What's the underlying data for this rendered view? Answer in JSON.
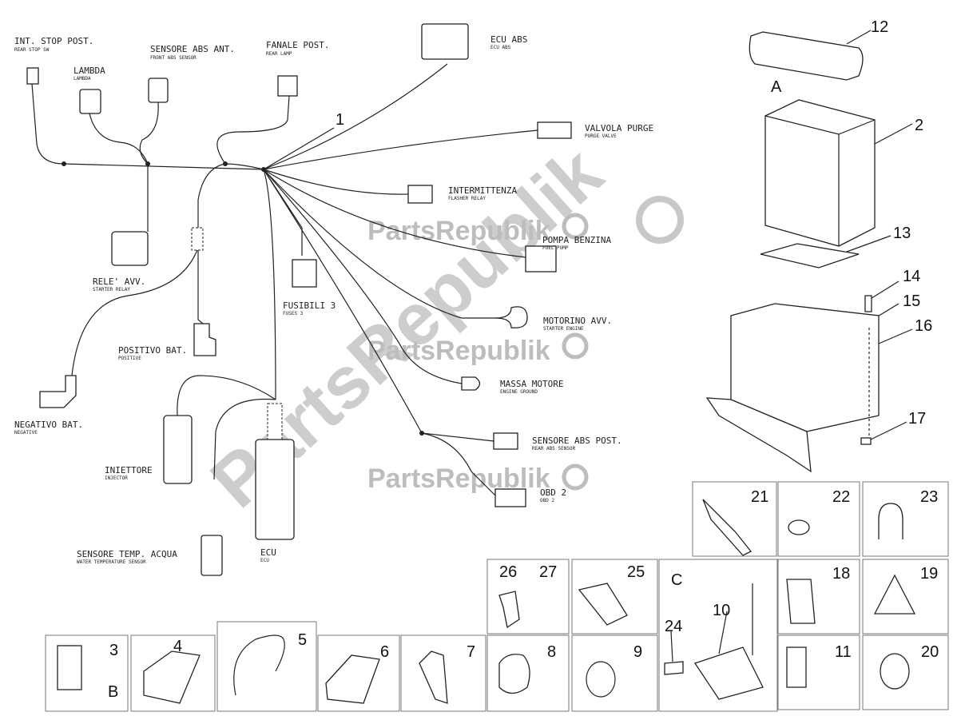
{
  "watermark": {
    "brand": "PartsRepublik",
    "color": "#bdbdbd"
  },
  "harness": {
    "callout": "1",
    "labels": [
      {
        "title": "INT. STOP POST.",
        "sub": "REAR STOP SW"
      },
      {
        "title": "LAMBDA",
        "sub": "LAMBDA"
      },
      {
        "title": "SENSORE ABS ANT.",
        "sub": "FRONT ABS SENSOR"
      },
      {
        "title": "FANALE POST.",
        "sub": "REAR LAMP"
      },
      {
        "title": "ECU ABS",
        "sub": "ECU ABS"
      },
      {
        "title": "VALVOLA PURGE",
        "sub": "PURGE VALVE"
      },
      {
        "title": "INTERMITTENZA",
        "sub": "FLASHER RELAY"
      },
      {
        "title": "POMPA BENZINA",
        "sub": "FUEL PUMP"
      },
      {
        "title": "MOTORINO AVV.",
        "sub": "STARTER ENGINE"
      },
      {
        "title": "MASSA MOTORE",
        "sub": "ENGINE GROUND"
      },
      {
        "title": "SENSORE ABS POST.",
        "sub": "REAR ABS SENSOR"
      },
      {
        "title": "OBD 2",
        "sub": "OBD 2"
      },
      {
        "title": "RELE' AVV.",
        "sub": "STARTER RELAY"
      },
      {
        "title": "FUSIBILI 3",
        "sub": "FUSES 3"
      },
      {
        "title": "POSITIVO BAT.",
        "sub": "POSITIVE"
      },
      {
        "title": "NEGATIVO BAT.",
        "sub": "NEGATIVE"
      },
      {
        "title": "INIETTORE",
        "sub": "INJECTOR"
      },
      {
        "title": "SENSORE TEMP. ACQUA",
        "sub": "WATER TEMPERATURE SENSOR"
      },
      {
        "title": "ECU",
        "sub": "ECU"
      }
    ]
  },
  "letters": {
    "a": "A",
    "b": "B",
    "c": "C"
  },
  "callouts": {
    "c2": "2",
    "c12": "12",
    "c13": "13",
    "c14": "14",
    "c15": "15",
    "c16": "16",
    "c17": "17",
    "c21": "21",
    "c22": "22",
    "c23": "23",
    "c26": "26",
    "c27": "27",
    "c25": "25",
    "c10": "10",
    "c24": "24",
    "c18": "18",
    "c19": "19",
    "c3": "3",
    "c4": "4",
    "c5": "5",
    "c6": "6",
    "c7": "7",
    "c8": "8",
    "c9": "9",
    "c11": "11",
    "c20": "20"
  }
}
